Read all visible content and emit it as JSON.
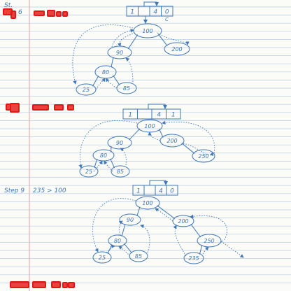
{
  "colors": {
    "paper": "#fbfbf8",
    "rule": "#b9cde3",
    "margin": "#e2a3a3",
    "ink": "#3f77b8",
    "mark": "#e01818"
  },
  "header": {
    "top_note": "St.",
    "step_number": "6"
  },
  "steps": [
    {
      "header_node": [
        "1",
        "",
        "4",
        "0"
      ],
      "header_ptr": "C",
      "nodes": [
        {
          "key": "root",
          "label": "100"
        },
        {
          "key": "n200",
          "label": "200"
        },
        {
          "key": "n90",
          "label": "90"
        },
        {
          "key": "n80",
          "label": "80"
        },
        {
          "key": "n25",
          "label": "25"
        },
        {
          "key": "n85",
          "label": "85"
        }
      ]
    },
    {
      "header_node": [
        "1",
        "",
        "4",
        "1"
      ],
      "nodes": [
        {
          "key": "root",
          "label": "100"
        },
        {
          "key": "n90",
          "label": "90"
        },
        {
          "key": "n200",
          "label": "200"
        },
        {
          "key": "n80",
          "label": "80"
        },
        {
          "key": "n250",
          "label": "250"
        },
        {
          "key": "n25",
          "label": "25"
        },
        {
          "key": "n85",
          "label": "85"
        }
      ]
    },
    {
      "label": "Step 9",
      "note": "235 > 100",
      "header_node": [
        "1",
        "",
        "4",
        "0"
      ],
      "nodes": [
        {
          "key": "root",
          "label": "100"
        },
        {
          "key": "n90",
          "label": "90"
        },
        {
          "key": "n200",
          "label": "200"
        },
        {
          "key": "n80",
          "label": "80"
        },
        {
          "key": "n250",
          "label": "250"
        },
        {
          "key": "n25",
          "label": "25"
        },
        {
          "key": "n85",
          "label": "85"
        },
        {
          "key": "n235",
          "label": "235"
        }
      ]
    }
  ]
}
